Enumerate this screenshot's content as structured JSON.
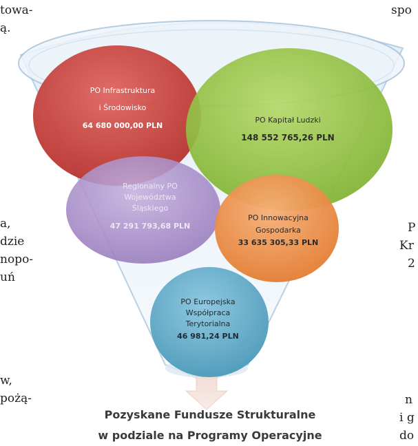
{
  "left_text": [
    "towa-",
    "ą.",
    "a,",
    "dzie",
    "nopo-",
    "uń",
    "w,",
    "pożą-"
  ],
  "right_text": [
    "spo",
    "P",
    "Kr",
    "2",
    "n",
    "i g",
    "do"
  ],
  "bubbles": [
    {
      "lines": [
        "PO Infrastruktura",
        "i Środowisko"
      ],
      "amount": "64 680 000,00 PLN"
    },
    {
      "lines": [
        "PO Kapitał Ludzki"
      ],
      "amount": "148 552 765,26 PLN"
    },
    {
      "lines": [
        "Regionalny PO",
        "Województwa",
        "Śląskiego"
      ],
      "amount": "47 291 793,68 PLN"
    },
    {
      "lines": [
        "PO Innowacyjna",
        "Gospodarka"
      ],
      "amount": "33 635 305,33 PLN"
    },
    {
      "lines": [
        "PO Europejska",
        "Współpraca",
        "Terytorialna"
      ],
      "amount": "46 981,24 PLN"
    }
  ],
  "caption": {
    "line1": "Pozyskane Fundusze Strukturalne",
    "line2": "w podziale na Programy Operacyjne"
  },
  "colors": {
    "infrastruktura": "#c43a36",
    "kapital": "#8fbf3c",
    "regionalny": "#a98cc8",
    "innowacyjna": "#ee8f45",
    "europejska": "#5ba8c8",
    "funnel": "#cfe0ee"
  }
}
